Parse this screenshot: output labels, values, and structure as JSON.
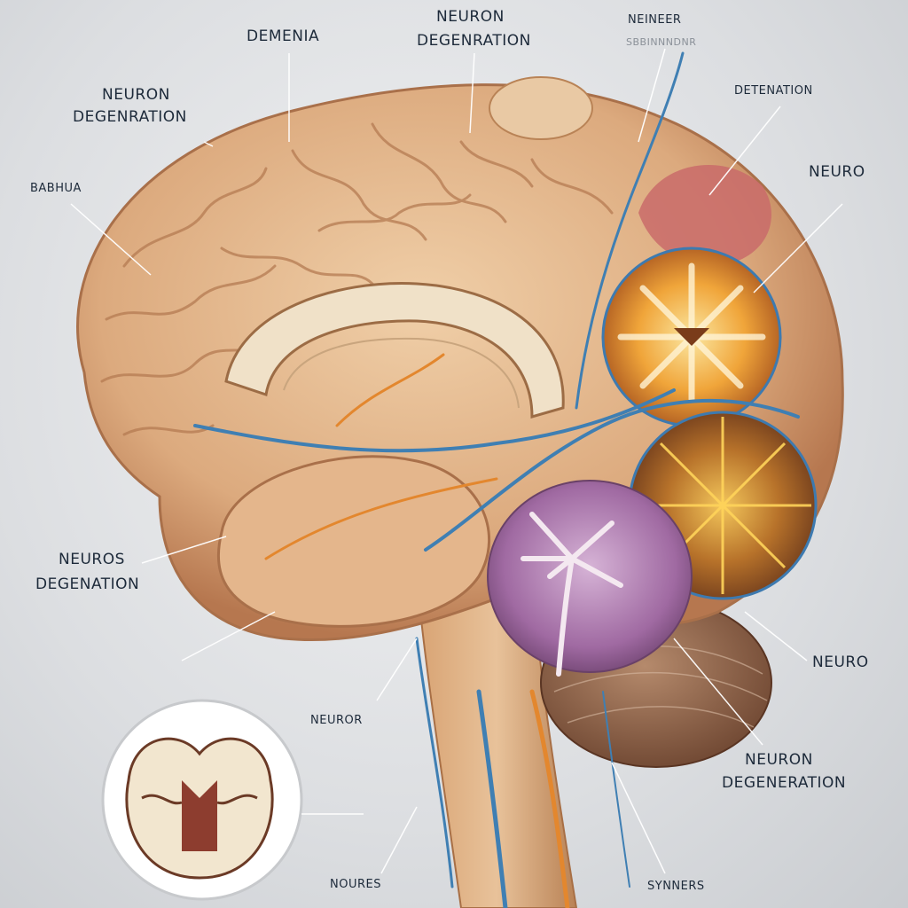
{
  "labels": {
    "top_center": "DEMENIA",
    "top_center_right_1": "NEURON",
    "top_center_right_2": "DEGENRATION",
    "top_right_small_1": "NEINEER",
    "top_right_small_2": "SBBINNNDNR",
    "upper_left_1": "NEURON",
    "upper_left_2": "DEGENRATION",
    "left_small": "BABHUA",
    "right_1": "DETENATION",
    "right_2": "NEURO",
    "mid_left_1": "NEUROS",
    "mid_left_2": "DEGENATION",
    "right_lower": "NEURO",
    "bottom_center": "NEUROR",
    "bottom_right_1": "NEURON",
    "bottom_right_2": "DEGENERATION",
    "bottom_left_center": "NOURES",
    "bottom_right_small": "SYNNERS"
  },
  "colors": {
    "cortex": "#e2b48a",
    "cortex_shadow": "#b97a52",
    "vein_blue": "#3f7fb3",
    "nerve_orange": "#e3872e",
    "cerebellum_purple": "#a775a8",
    "inset_white": "#f2e6cf"
  }
}
